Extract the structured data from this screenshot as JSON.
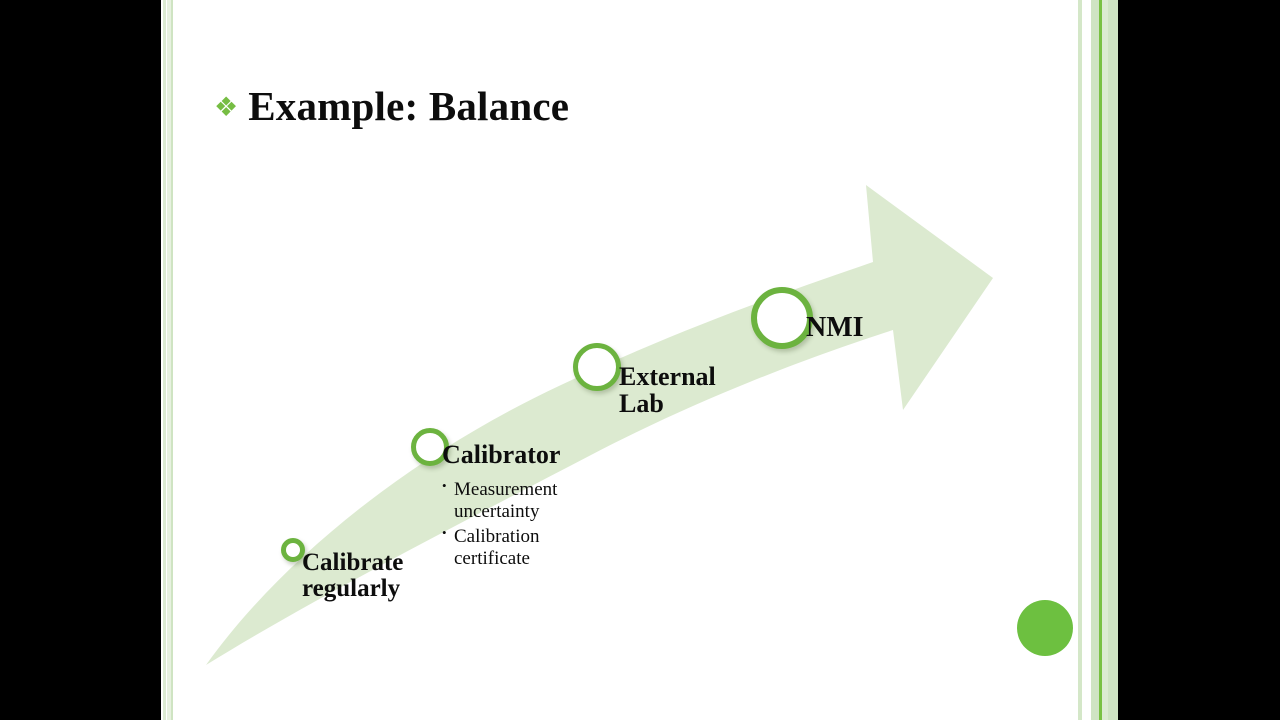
{
  "slide": {
    "title": {
      "bullet_icon": "diamond-cluster-bullet",
      "bullet_glyph": "❖",
      "text": "Example: Balance"
    },
    "diagram": {
      "type": "ascending-arrow-milestones",
      "arrow_fill": "#dcead0",
      "node_ring_color": "#6cb33f",
      "node_fill": "#ffffff",
      "nodes": [
        {
          "id": "calibrate-regularly",
          "label": "Calibrate regularly",
          "order": 1,
          "size": "xsmall"
        },
        {
          "id": "calibrator",
          "label": "Calibrator",
          "order": 2,
          "size": "small"
        },
        {
          "id": "external-lab",
          "label": "External Lab",
          "order": 3,
          "size": "medium"
        },
        {
          "id": "nmi",
          "label": "NMI",
          "order": 4,
          "size": "large"
        }
      ],
      "sub_bullets": [
        "Measurement uncertainty",
        "Calibration certificate"
      ]
    },
    "decor": {
      "accent_dot_color": "#6dc040",
      "stripe_green": "#79c143",
      "stripe_pale": "#cfe4c3"
    }
  }
}
